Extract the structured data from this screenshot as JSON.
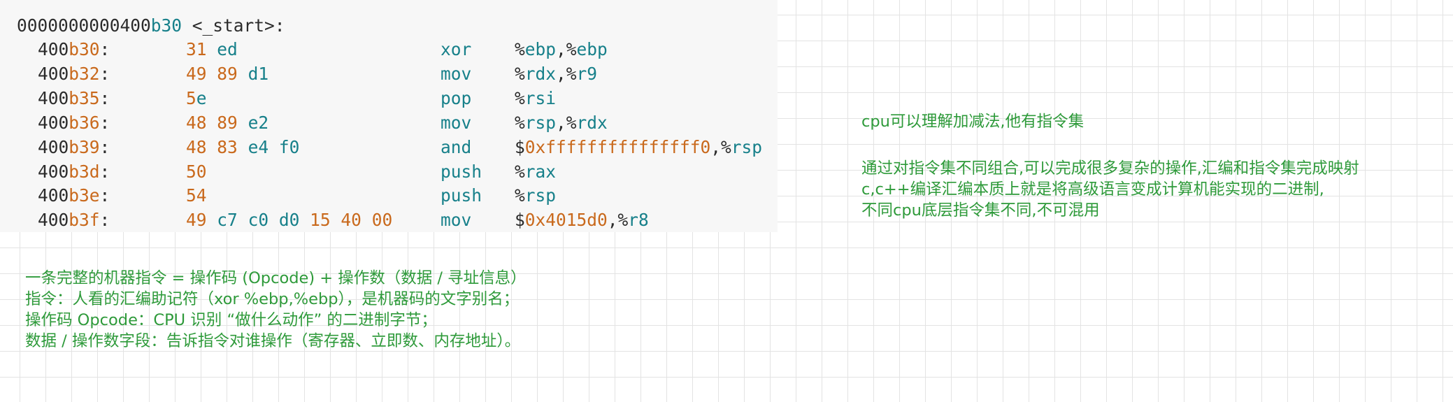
{
  "code": {
    "header": {
      "zeros": "0000000000400",
      "addr_tail": "b30",
      "label": " <_start>:"
    },
    "rows": [
      {
        "addr_prefix": "400",
        "addr_suffix": "b30",
        "colon": ":",
        "bytes": [
          {
            "text": "31",
            "color": "orange"
          },
          {
            "text": " "
          },
          {
            "text": "ed",
            "color": "teal"
          }
        ],
        "mnemonic": "xor",
        "operands": [
          {
            "text": "%"
          },
          {
            "text": "ebp",
            "color": "teal"
          },
          {
            "text": ",%"
          },
          {
            "text": "ebp",
            "color": "teal"
          }
        ]
      },
      {
        "addr_prefix": "400",
        "addr_suffix": "b32",
        "colon": ":",
        "bytes": [
          {
            "text": "49",
            "color": "orange"
          },
          {
            "text": " "
          },
          {
            "text": "89",
            "color": "orange"
          },
          {
            "text": " "
          },
          {
            "text": "d1",
            "color": "teal"
          }
        ],
        "mnemonic": "mov",
        "operands": [
          {
            "text": "%"
          },
          {
            "text": "rdx",
            "color": "teal"
          },
          {
            "text": ",%"
          },
          {
            "text": "r9",
            "color": "teal"
          }
        ]
      },
      {
        "addr_prefix": "400",
        "addr_suffix": "b35",
        "colon": ":",
        "bytes": [
          {
            "text": "5",
            "color": "orange"
          },
          {
            "text": "e",
            "color": "teal"
          }
        ],
        "mnemonic": "pop",
        "operands": [
          {
            "text": "%"
          },
          {
            "text": "rsi",
            "color": "teal"
          }
        ]
      },
      {
        "addr_prefix": "400",
        "addr_suffix": "b36",
        "colon": ":",
        "bytes": [
          {
            "text": "48",
            "color": "orange"
          },
          {
            "text": " "
          },
          {
            "text": "89",
            "color": "orange"
          },
          {
            "text": " "
          },
          {
            "text": "e2",
            "color": "teal"
          }
        ],
        "mnemonic": "mov",
        "operands": [
          {
            "text": "%"
          },
          {
            "text": "rsp",
            "color": "teal"
          },
          {
            "text": ",%"
          },
          {
            "text": "rdx",
            "color": "teal"
          }
        ]
      },
      {
        "addr_prefix": "400",
        "addr_suffix": "b39",
        "colon": ":",
        "bytes": [
          {
            "text": "48",
            "color": "orange"
          },
          {
            "text": " "
          },
          {
            "text": "83",
            "color": "orange"
          },
          {
            "text": " "
          },
          {
            "text": "e4",
            "color": "teal"
          },
          {
            "text": " "
          },
          {
            "text": "f0",
            "color": "teal"
          }
        ],
        "mnemonic": "and",
        "operands": [
          {
            "text": "$"
          },
          {
            "text": "0xfffffffffffffff0",
            "color": "orange"
          },
          {
            "text": ",%"
          },
          {
            "text": "rsp",
            "color": "teal"
          }
        ]
      },
      {
        "addr_prefix": "400",
        "addr_suffix": "b3d",
        "colon": ":",
        "bytes": [
          {
            "text": "50",
            "color": "orange"
          }
        ],
        "mnemonic": "push",
        "operands": [
          {
            "text": "%"
          },
          {
            "text": "rax",
            "color": "teal"
          }
        ]
      },
      {
        "addr_prefix": "400",
        "addr_suffix": "b3e",
        "colon": ":",
        "bytes": [
          {
            "text": "54",
            "color": "orange"
          }
        ],
        "mnemonic": "push",
        "operands": [
          {
            "text": "%"
          },
          {
            "text": "rsp",
            "color": "teal"
          }
        ]
      },
      {
        "addr_prefix": "400",
        "addr_suffix": "b3f",
        "colon": ":",
        "bytes": [
          {
            "text": "49",
            "color": "orange"
          },
          {
            "text": " "
          },
          {
            "text": "c7",
            "color": "teal"
          },
          {
            "text": " "
          },
          {
            "text": "c0",
            "color": "teal"
          },
          {
            "text": " "
          },
          {
            "text": "d0",
            "color": "teal"
          },
          {
            "text": " "
          },
          {
            "text": "15",
            "color": "orange"
          },
          {
            "text": " "
          },
          {
            "text": "40",
            "color": "orange"
          },
          {
            "text": " "
          },
          {
            "text": "00",
            "color": "orange"
          }
        ],
        "mnemonic": "mov",
        "operands": [
          {
            "text": "$"
          },
          {
            "text": "0x4015d0",
            "color": "orange"
          },
          {
            "text": ",%"
          },
          {
            "text": "r8",
            "color": "teal"
          }
        ]
      }
    ]
  },
  "notes_bottom": [
    "一条完整的机器指令 = 操作码 (Opcode) + 操作数（数据 / 寻址信息）",
    "指令：人看的汇编助记符（xor %ebp,%ebp），是机器码的文字别名；",
    "操作码 Opcode：CPU 识别 “做什么动作” 的二进制字节；",
    "数据 / 操作数字段：告诉指令对谁操作（寄存器、立即数、内存地址）。"
  ],
  "notes_right_top": "cpu可以理解加减法,他有指令集",
  "notes_right_block": [
    "通过对指令集不同组合,可以完成很多复杂的操作,汇编和指令集完成映射",
    "c,c++编译汇编本质上就是将高级语言变成计算机能实现的二进制,",
    "不同cpu底层指令集不同,不可混用"
  ],
  "colors": {
    "teal": "#17808a",
    "orange": "#c9691c",
    "plain": "#2b2b2b",
    "note_green": "#2e9a3a"
  }
}
